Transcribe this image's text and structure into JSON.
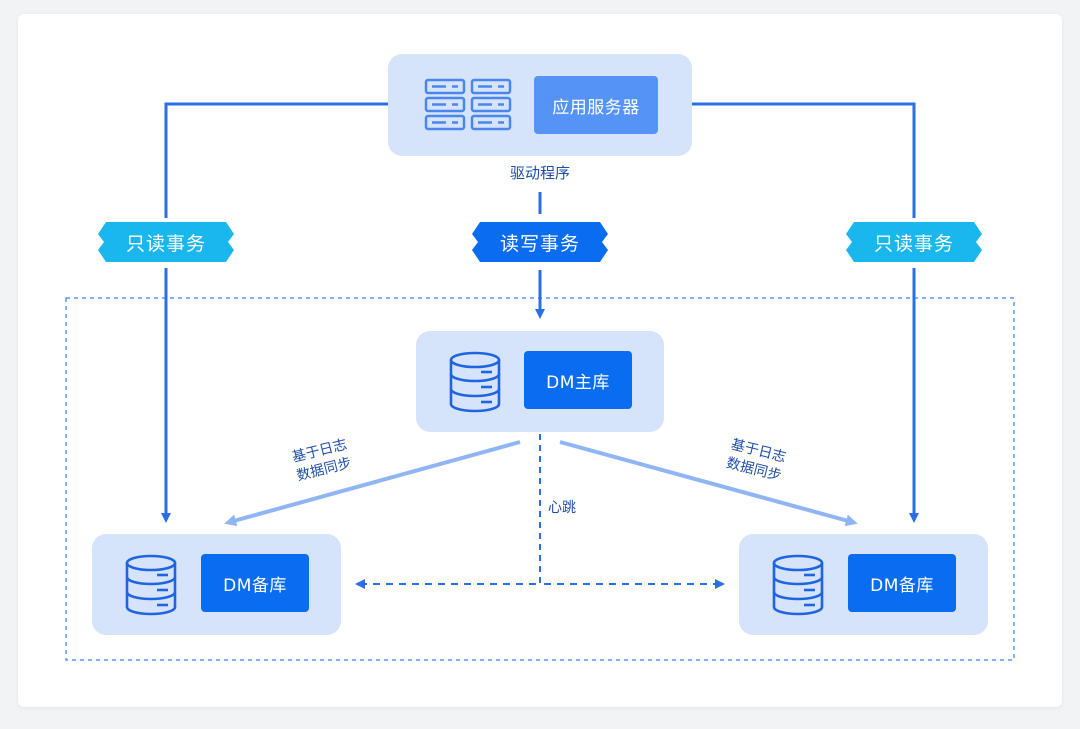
{
  "app_server": {
    "label": "应用服务器",
    "icon": "server-rack-icon"
  },
  "driver_label": "驱动程序",
  "transactions": {
    "left": "只读事务",
    "center": "读写事务",
    "right": "只读事务"
  },
  "primary_db": {
    "label": "DM主库",
    "icon": "database-icon"
  },
  "standby_left": {
    "label": "DM备库",
    "icon": "database-icon"
  },
  "standby_right": {
    "label": "DM备库",
    "icon": "database-icon"
  },
  "sync_left": {
    "line1": "基于日志",
    "line2": "数据同步"
  },
  "sync_right": {
    "line1": "基于日志",
    "line2": "数据同步"
  },
  "heartbeat_label": "心跳",
  "colors": {
    "primary_blue": "#0a6cf0",
    "light_blue": "#1ab7ee",
    "node_bg": "#d6e4fb",
    "sync_arrow": "#8fb5f5",
    "wire": "#2a6fe6"
  }
}
